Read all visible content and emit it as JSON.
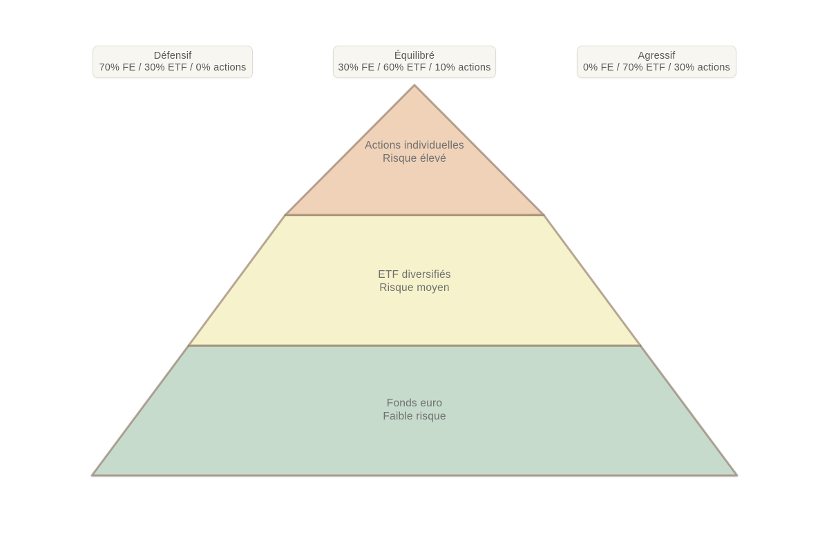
{
  "pyramid": {
    "profiles": [
      {
        "name": "Défensif",
        "allocation": "70% FE / 30% ETF / 0% actions"
      },
      {
        "name": "Équilibré",
        "allocation": "30% FE / 60% ETF / 10% actions"
      },
      {
        "name": "Agressif",
        "allocation": "0% FE / 70% ETF / 30% actions"
      }
    ],
    "layers": [
      {
        "label": "Actions individuelles",
        "risk": "Risque élevé",
        "color": "#efd2b8"
      },
      {
        "label": "ETF diversifiés",
        "risk": "Risque moyen",
        "color": "#f6f2cc"
      },
      {
        "label": "Fonds euro",
        "risk": "Faible risque",
        "color": "#c7dbcc"
      }
    ],
    "colors": {
      "outline": "rgba(124,94,74,0.5)",
      "card_background": "#f7f6f0",
      "card_border": "#dedcd5",
      "label_text": "#6f6f6f",
      "card_text": "#585858"
    }
  }
}
